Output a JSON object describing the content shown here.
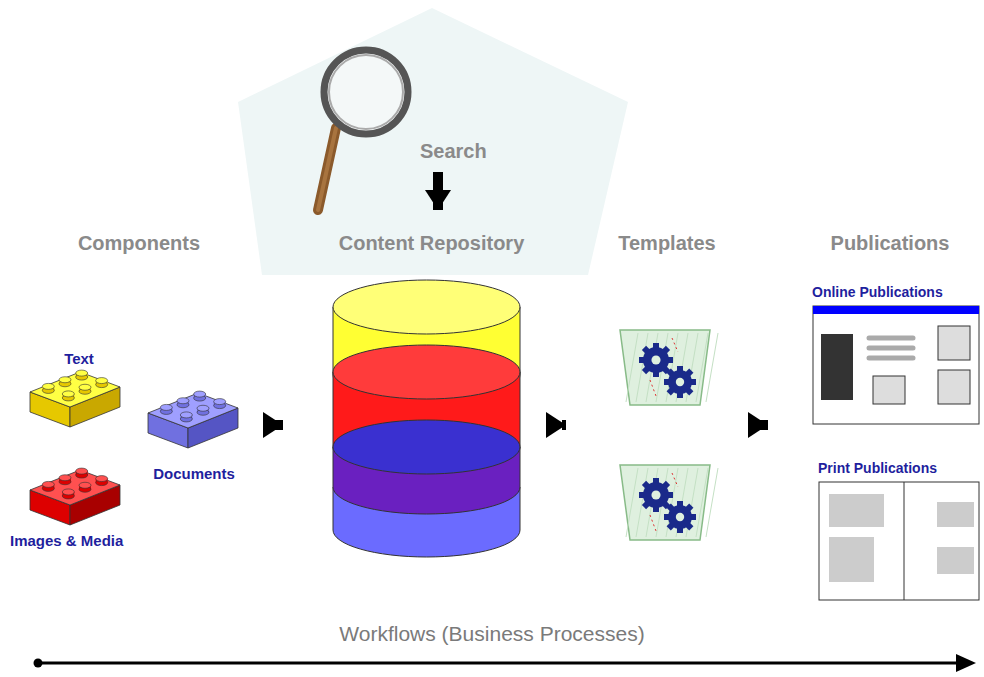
{
  "diagram": {
    "nodes": [
      {
        "text": [
          "Components"
        ]
      },
      {
        "text": [
          "Text"
        ],
        "in": 0
      },
      {
        "text": [
          "Documents"
        ],
        "in": 0
      },
      {
        "text": [
          "Images & Media"
        ],
        "in": 0
      },
      {
        "text": [
          "Search"
        ]
      },
      {
        "text": [
          "Content Repository"
        ]
      },
      {
        "text": [
          "Templates"
        ]
      },
      {
        "text": [
          "Publications"
        ]
      },
      {
        "text": [
          "Online Publications"
        ],
        "in": 7
      },
      {
        "text": [
          "Print Publications"
        ],
        "in": 7
      }
    ],
    "edges": [
      {
        "from": 0,
        "to": 5,
        "arrow": "to"
      },
      {
        "from": 4,
        "to": 5,
        "arrow": "to"
      },
      {
        "from": 5,
        "to": 6,
        "arrow": "to"
      },
      {
        "from": 6,
        "to": 7,
        "arrow": "to"
      }
    ],
    "labels": [
      "Workflows (Business Processes)"
    ]
  }
}
